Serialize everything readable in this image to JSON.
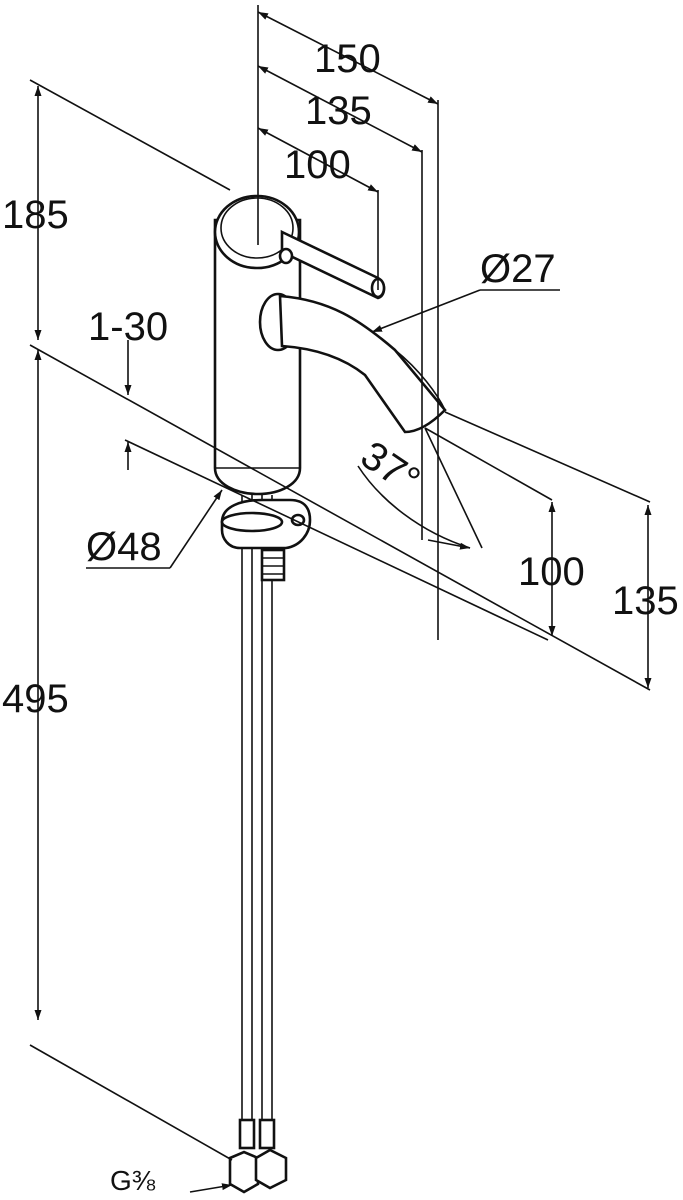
{
  "drawing": {
    "dimensions": {
      "width_150": "150",
      "width_135": "135",
      "width_100": "100",
      "height_185": "185",
      "height_495": "495",
      "height_100": "100",
      "height_135": "135",
      "spout_dia": "Ø27",
      "base_dia": "Ø48",
      "angle": "37°",
      "worktop": "1-30",
      "thread": "G⅜"
    }
  }
}
